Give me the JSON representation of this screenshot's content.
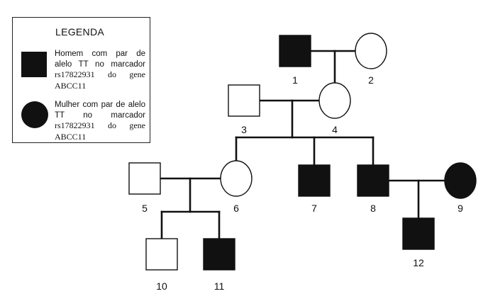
{
  "legend": {
    "title": "LEGENDA",
    "male": {
      "line1": "Homem com par de alelo TT no marcador",
      "line2": "rs17822931 do gene ABCC11"
    },
    "female": {
      "line1": "Mulher com par de alelo TT no marcador",
      "line2": "rs17822931 do gene ABCC11"
    }
  },
  "colors": {
    "affected": "#111111",
    "unaffected": "#ffffff",
    "line": "#111111"
  },
  "individuals": [
    {
      "id": "1",
      "sex": "male",
      "affected": true
    },
    {
      "id": "2",
      "sex": "female",
      "affected": false
    },
    {
      "id": "3",
      "sex": "male",
      "affected": false
    },
    {
      "id": "4",
      "sex": "female",
      "affected": false
    },
    {
      "id": "5",
      "sex": "male",
      "affected": false
    },
    {
      "id": "6",
      "sex": "female",
      "affected": false
    },
    {
      "id": "7",
      "sex": "male",
      "affected": true
    },
    {
      "id": "8",
      "sex": "male",
      "affected": true
    },
    {
      "id": "9",
      "sex": "female",
      "affected": true
    },
    {
      "id": "10",
      "sex": "male",
      "affected": false
    },
    {
      "id": "11",
      "sex": "male",
      "affected": true
    },
    {
      "id": "12",
      "sex": "male",
      "affected": true
    }
  ],
  "couples": [
    [
      "1",
      "2"
    ],
    [
      "3",
      "4"
    ],
    [
      "5",
      "6"
    ],
    [
      "8",
      "9"
    ]
  ],
  "offspring": [
    {
      "parents": [
        "1",
        "2"
      ],
      "children": [
        "4"
      ]
    },
    {
      "parents": [
        "3",
        "4"
      ],
      "children": [
        "6",
        "7",
        "8"
      ]
    },
    {
      "parents": [
        "5",
        "6"
      ],
      "children": [
        "10",
        "11"
      ]
    },
    {
      "parents": [
        "8",
        "9"
      ],
      "children": [
        "12"
      ]
    }
  ]
}
